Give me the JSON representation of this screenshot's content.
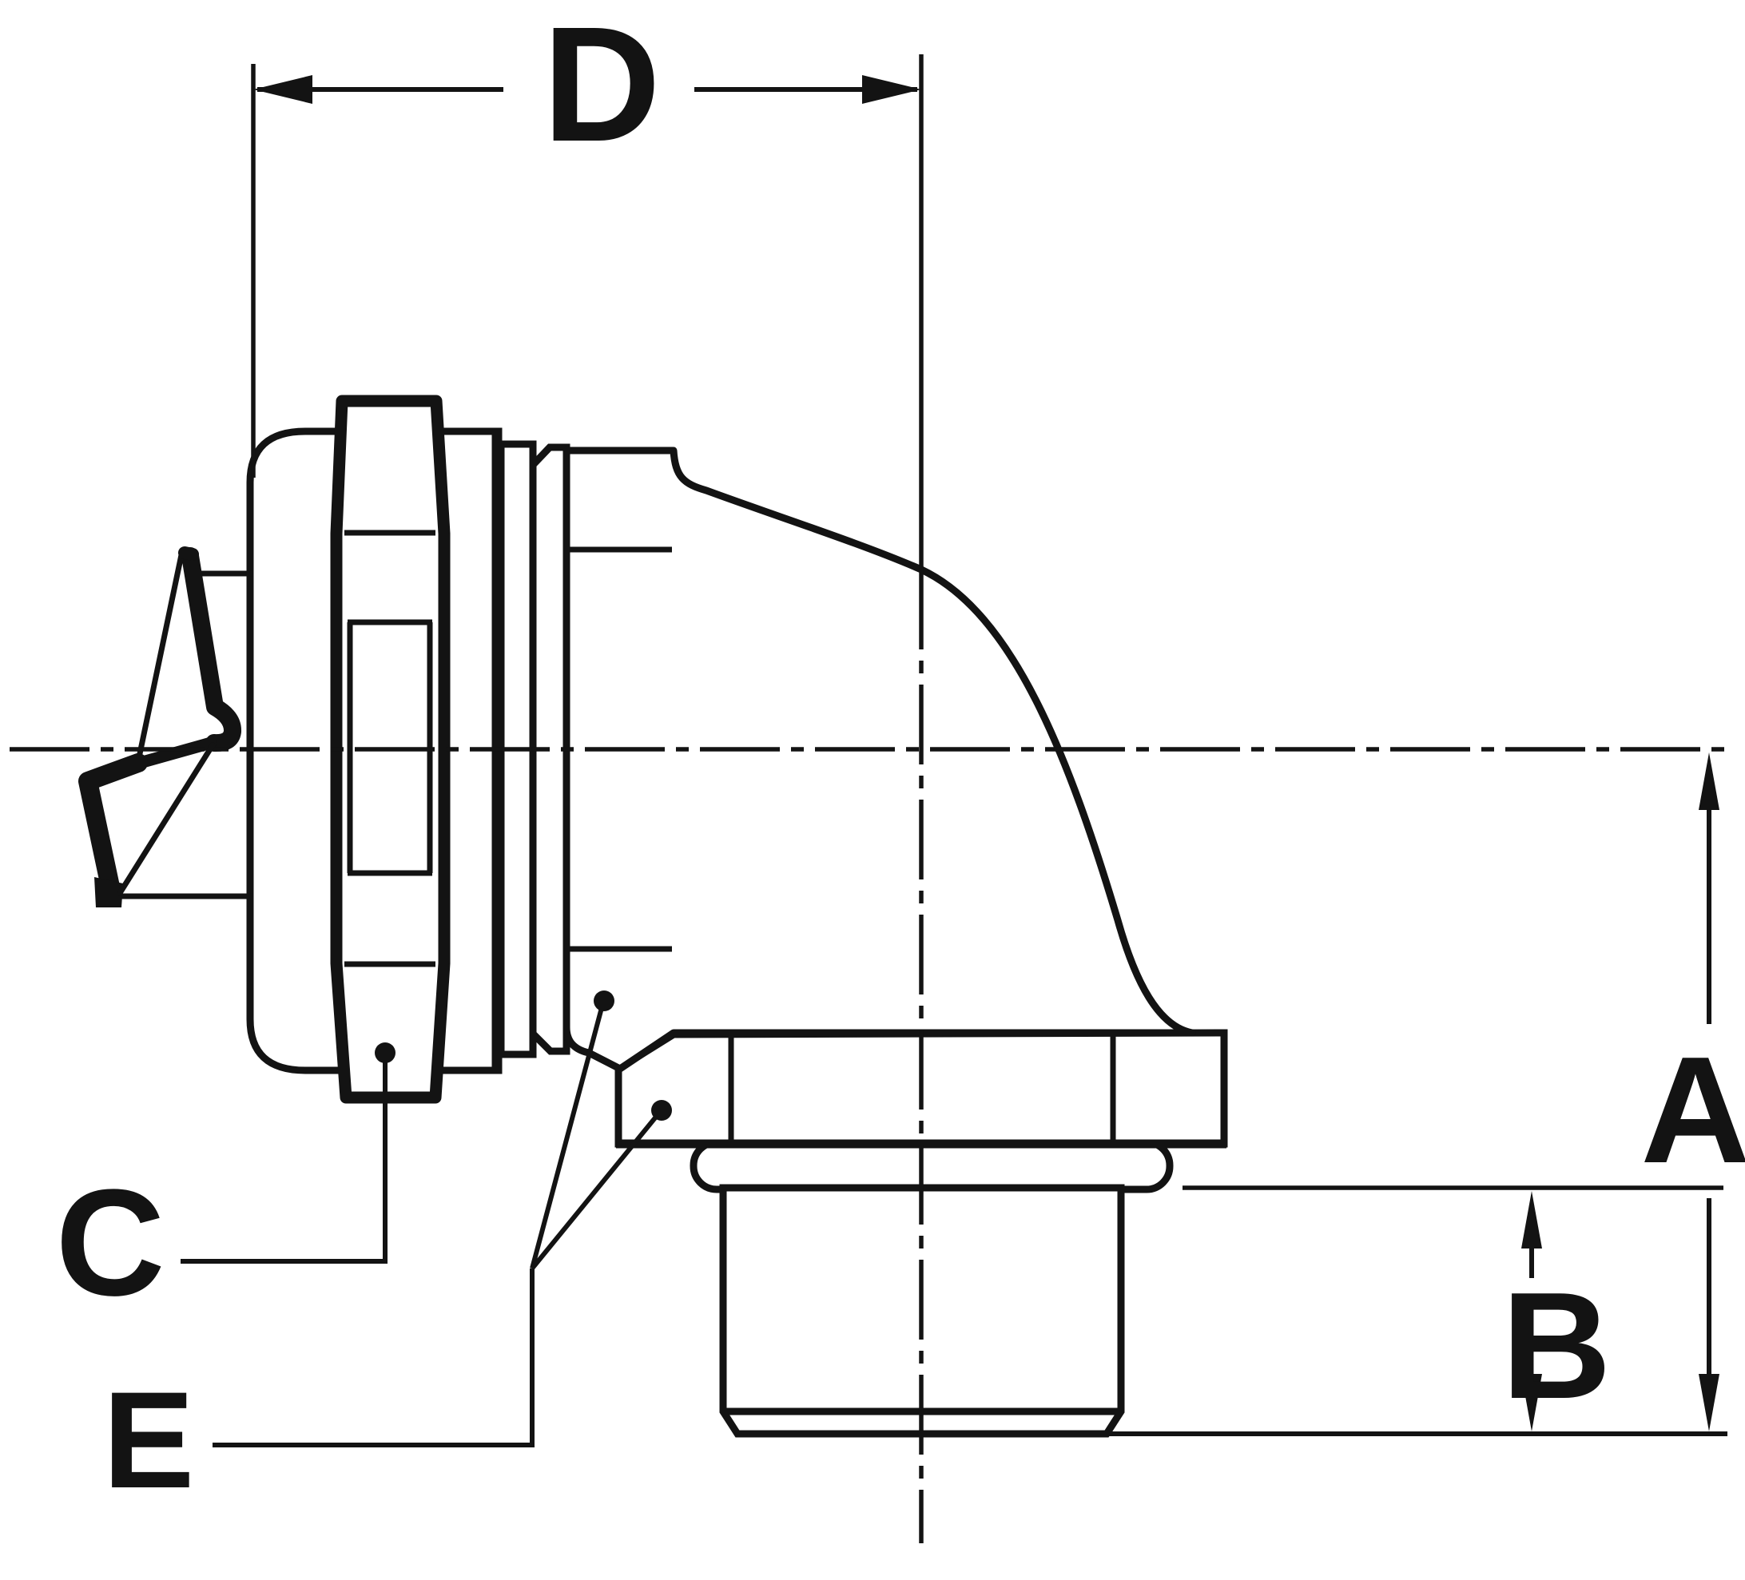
{
  "drawing": {
    "background": "#ffffff",
    "ink": "#131313",
    "labels": {
      "dim_width": "D",
      "dim_overall_height": "A",
      "dim_thread_length": "B",
      "callout_gland_nut": "C",
      "callout_sealing_ring": "E"
    }
  }
}
